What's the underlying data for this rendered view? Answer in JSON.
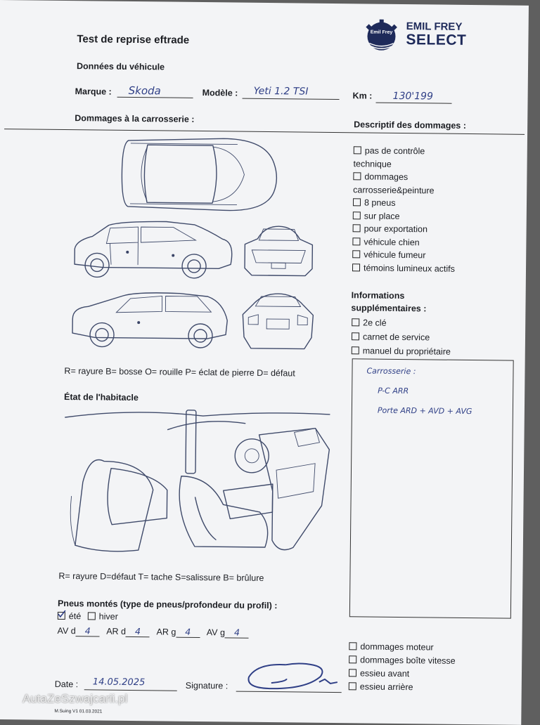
{
  "header": {
    "title": "Test de reprise eftrade",
    "logo_badge": "Emil Frey",
    "logo_line1": "EMIL FREY",
    "logo_line2": "SELECT"
  },
  "vehicle": {
    "section_title": "Données du véhicule",
    "brand_label": "Marque :",
    "brand_value": "Skoda",
    "model_label": "Modèle :",
    "model_value": "Yeti 1.2 TSI",
    "km_label": "Km :",
    "km_value": "130'199"
  },
  "body_damage": {
    "title": "Dommages à la carrosserie :",
    "legend": "R= rayure B= bosse O= rouille P= éclat de pierre D= défaut"
  },
  "damage_description": {
    "title": "Descriptif des dommages :",
    "items": [
      {
        "label": "pas de contrôle",
        "checkbox": true
      },
      {
        "label": "technique",
        "checkbox": false
      },
      {
        "label": "dommages",
        "checkbox": true
      },
      {
        "label": "carrosserie&peinture",
        "checkbox": false
      },
      {
        "label": "8 pneus",
        "checkbox": true
      },
      {
        "label": "sur place",
        "checkbox": true
      },
      {
        "label": "pour exportation",
        "checkbox": true
      },
      {
        "label": "véhicule chien",
        "checkbox": true
      },
      {
        "label": "véhicule fumeur",
        "checkbox": true
      },
      {
        "label": "témoins lumineux actifs",
        "checkbox": true
      }
    ]
  },
  "additional_info": {
    "title_line1": "Informations",
    "title_line2": "supplémentaires :",
    "items": [
      "2e clé",
      "carnet de service",
      "manuel du propriétaire"
    ]
  },
  "notes": {
    "line1": "Carrosserie :",
    "line2": "P-C ARR",
    "line3": "Porte ARD + AVD + AVG"
  },
  "interior": {
    "title": "État de l'habitacle",
    "legend": "R= rayure D=défaut T= tache S=salissure B= brûlure"
  },
  "tires": {
    "title": "Pneus montés (type de pneus/profondeur du profil) :",
    "summer_label": "été",
    "summer_checked": true,
    "winter_label": "hiver",
    "av_d_label": "AV d",
    "av_d_value": "4",
    "ar_d_label": "AR d",
    "ar_d_value": "4",
    "ar_g_label": "AR g",
    "ar_g_value": "4",
    "av_g_label": "AV g",
    "av_g_value": "4"
  },
  "engine_checks": {
    "items": [
      "dommages moteur",
      "dommages boîte vitesse",
      "essieu avant",
      "essieu arrière"
    ]
  },
  "footer": {
    "date_label": "Date :",
    "date_value": "14.05.2025",
    "signature_label": "Signature :",
    "form_code": "M.Suing V1 01.03.2021"
  },
  "watermark": "AutaZeSzwajcarii.pl"
}
